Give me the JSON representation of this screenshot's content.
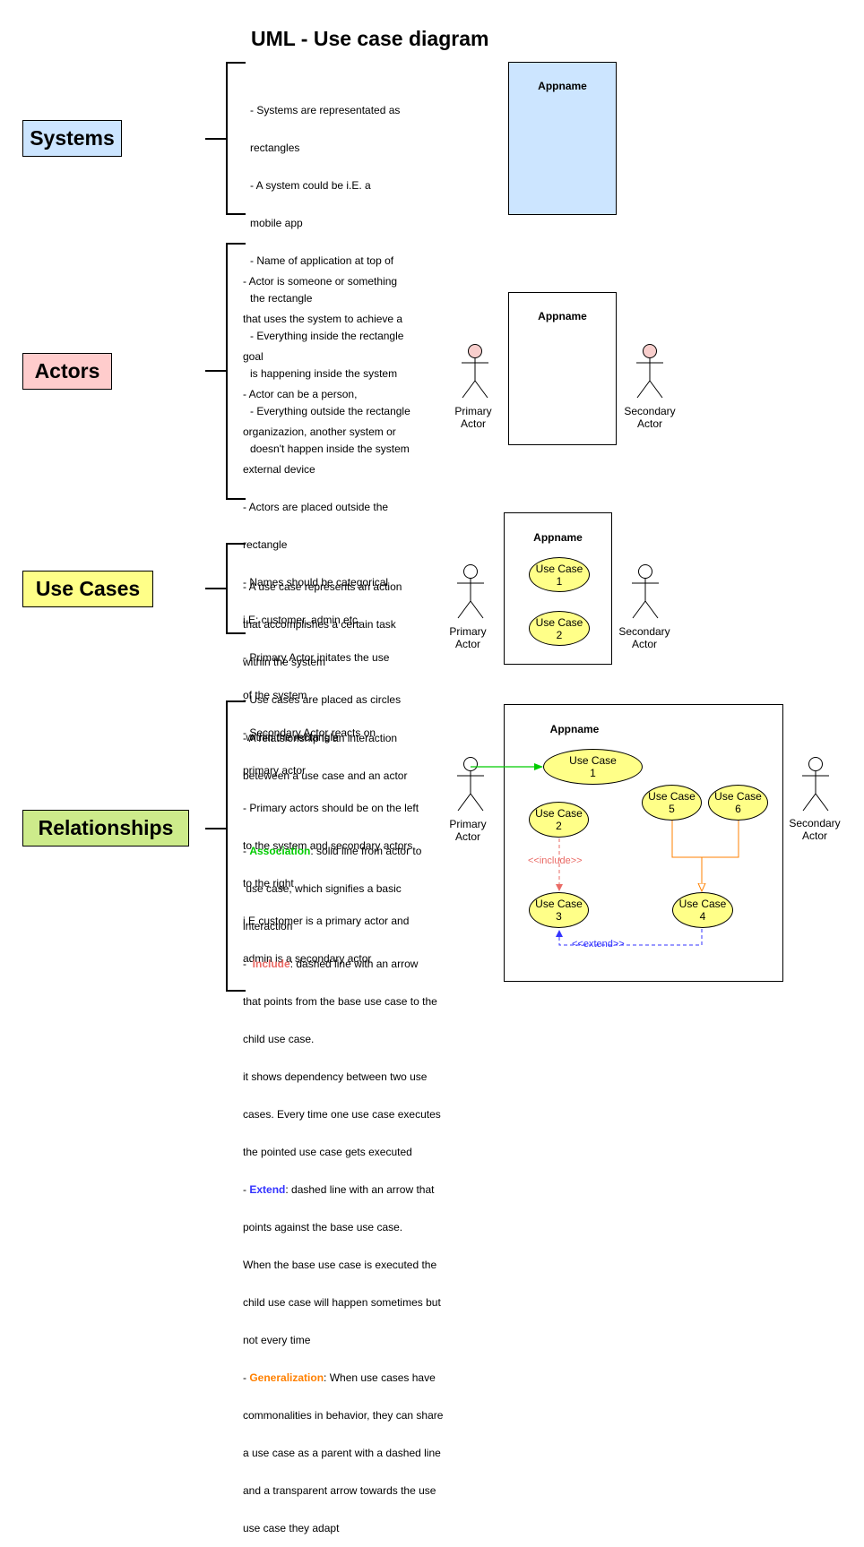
{
  "title": "UML - Use case diagram",
  "colors": {
    "systems": "#cce5ff",
    "actors": "#ffcccc",
    "use_cases": "#ffff88",
    "relationships": "#cdeb8b",
    "association": "#00cc00",
    "include": "#ea6b66",
    "extend": "#3333ff",
    "generalization": "#ff8000",
    "actor_head_pink": "#f8cecc"
  },
  "sections": {
    "systems": {
      "label": "Systems",
      "lines": [
        "- Systems are representated as",
        "rectangles",
        "- A system could be i.E. a",
        "mobile app",
        "- Name of application at top of",
        "the rectangle",
        "- Everything inside the rectangle",
        "is happening inside the system",
        "- Everything outside the rectangle",
        "doesn't happen inside the system"
      ],
      "system_name": "Appname"
    },
    "actors": {
      "label": "Actors",
      "lines": [
        "- Actor is someone or something",
        "that uses the system to achieve a",
        "goal",
        "- Actor can be a person,",
        "organizazion, another system or",
        "external device",
        "- Actors are placed outside the",
        "rectangle",
        "- Names should be categorical",
        "i.E: customer, admin etc.",
        "- Primary Actor initates the use",
        "of the system",
        "- Secondary Actor reacts on",
        "primary actor",
        "- Primary actors should be on the left",
        "to the system and secondary actors",
        "to the right",
        "i.E customer is a primary actor and",
        "admin is a secondary actor"
      ],
      "system_name": "Appname",
      "primary_actor": "Primary\nActor",
      "secondary_actor": "Secondary\nActor"
    },
    "use_cases": {
      "label": "Use Cases",
      "lines": [
        "- A use case represents an action",
        "that accomplishes a certain task",
        "within the system",
        "- Use cases are placed as circles",
        " within the rectangle"
      ],
      "system_name": "Appname",
      "primary_actor": "Primary\nActor",
      "secondary_actor": "Secondary\nActor",
      "uc1": "Use Case\n1",
      "uc2": "Use Case\n2"
    },
    "relationships": {
      "label": "Relationships",
      "line1": "- A relatsionship is an interaction",
      "line2": "beteween a use case and an actor",
      "assoc_prefix": "- ",
      "assoc_term": "Association",
      "assoc_rest1": ": solid line from actor to",
      "assoc_rest2": " use case, which signifies a basic",
      "assoc_rest3": "interaction",
      "include_prefix": "-  ",
      "include_term": "Include",
      "include_rest1": ": dashed line with an arrow",
      "include_rest2": "that points from the base use case to the",
      "include_rest3": "child use case.",
      "include_rest4": "it shows dependency between two use",
      "include_rest5": "cases. Every time one use case executes",
      "include_rest6": "the pointed use case gets executed",
      "extend_prefix": "- ",
      "extend_term": "Extend",
      "extend_rest1": ": dashed line with an arrow that",
      "extend_rest2": "points against the base use case.",
      "extend_rest3": "When the base use case is executed the",
      "extend_rest4": "child use case will happen sometimes but",
      "extend_rest5": "not every time",
      "gen_prefix": "- ",
      "gen_term": "Generalization",
      "gen_rest1": ": When use cases have",
      "gen_rest2": "commonalities in behavior, they can share",
      "gen_rest3": "a use case as a parent with a dashed line",
      "gen_rest4": "and a transparent arrow towards the use",
      "gen_rest5": "use case they adapt",
      "system_name": "Appname",
      "primary_actor": "Primary\nActor",
      "secondary_actor": "Secondary\nActor",
      "uc1": "Use Case\n1",
      "uc2": "Use Case\n2",
      "uc3": "Use Case\n3",
      "uc4": "Use Case\n4",
      "uc5": "Use Case\n5",
      "uc6": "Use Case\n6",
      "include_label": "<<include>>",
      "extend_label": "<<extend>>"
    }
  }
}
